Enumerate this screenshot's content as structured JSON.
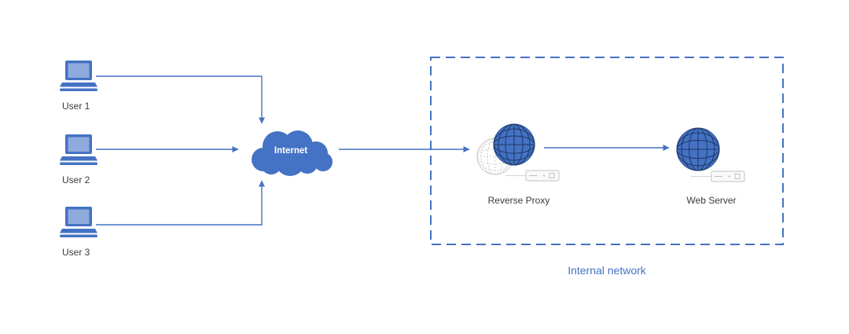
{
  "diagram": {
    "caption": "Internal network",
    "nodes": {
      "user1": {
        "label": "User 1",
        "icon": "laptop-icon"
      },
      "user2": {
        "label": "User 2",
        "icon": "laptop-icon"
      },
      "user3": {
        "label": "User 3",
        "icon": "laptop-icon"
      },
      "internet": {
        "label": "Internet",
        "icon": "cloud-icon"
      },
      "reverse_proxy": {
        "label": "Reverse Proxy",
        "icon": "globe-server-icon"
      },
      "web_server": {
        "label": "Web Server",
        "icon": "globe-server-icon"
      }
    },
    "connections": [
      {
        "from": "user1",
        "to": "internet"
      },
      {
        "from": "user2",
        "to": "internet"
      },
      {
        "from": "user3",
        "to": "internet"
      },
      {
        "from": "internet",
        "to": "reverse_proxy"
      },
      {
        "from": "reverse_proxy",
        "to": "web_server"
      }
    ],
    "boundary": {
      "label": "Internal network",
      "contains": [
        "reverse_proxy",
        "web_server"
      ],
      "style": "dashed"
    },
    "colors": {
      "primary_blue": "#4472C4",
      "dark_blue": "#1F3864",
      "laptop_screen": "#8FAADC",
      "label_text": "#3A3A3A",
      "gray_outline": "#C9C9C9"
    }
  }
}
